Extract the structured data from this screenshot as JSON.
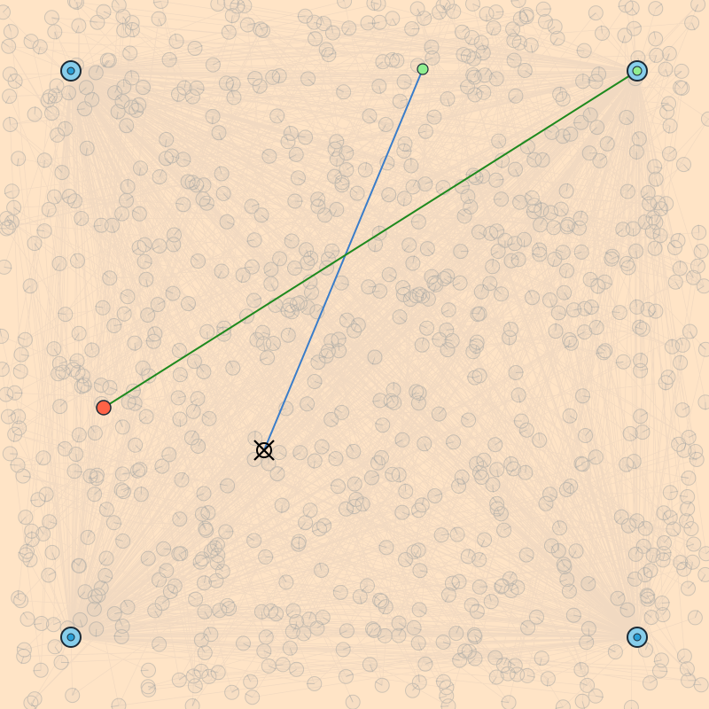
{
  "colors": {
    "background": "#ffe4c6",
    "mesh_line": "#8a8f9a",
    "mesh_circle": "#7f8c95",
    "anchor_fill": "#87ceeb",
    "anchor_stroke": "#1b2a36",
    "anchor_center": "#2a9fd6",
    "anchor_center_active": "#90ee90",
    "target_fill": "#90ee90",
    "agent_fill": "#ff6347",
    "blue_path": "#3a7dc9",
    "green_path": "#1e8a1e",
    "marker_stroke": "#000000"
  },
  "anchors": [
    {
      "id": "top-left",
      "active": false
    },
    {
      "id": "top-right",
      "active": true
    },
    {
      "id": "bottom-left",
      "active": false
    },
    {
      "id": "bottom-right",
      "active": false
    }
  ],
  "entities": {
    "target": {
      "type": "goal",
      "color": "#90ee90"
    },
    "agent": {
      "type": "agent",
      "color": "#ff6347"
    },
    "marker": {
      "type": "x-marker"
    }
  },
  "icons": {
    "anchor": "target-ring-icon",
    "marker": "crossed-circle-icon"
  }
}
